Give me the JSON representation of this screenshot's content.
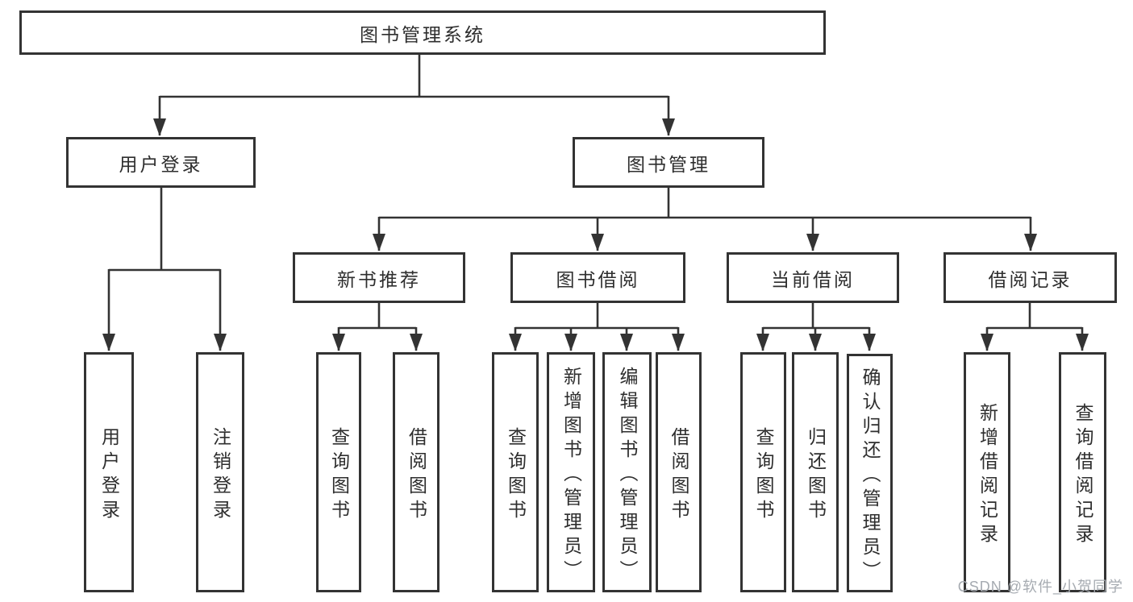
{
  "tree": {
    "root": {
      "label": "图书管理系统"
    },
    "level2": [
      {
        "label": "用户登录",
        "children": [
          {
            "label": "用户登录"
          },
          {
            "label": "注销登录"
          }
        ]
      },
      {
        "label": "图书管理",
        "children": [
          {
            "label": "新书推荐",
            "children": [
              {
                "label": "查询图书"
              },
              {
                "label": "借阅图书"
              }
            ]
          },
          {
            "label": "图书借阅",
            "children": [
              {
                "label": "查询图书"
              },
              {
                "label": "新增图书（管理员）"
              },
              {
                "label": "编辑图书（管理员）"
              },
              {
                "label": "借阅图书"
              }
            ]
          },
          {
            "label": "当前借阅",
            "children": [
              {
                "label": "查询图书"
              },
              {
                "label": "归还图书"
              },
              {
                "label": "确认归还（管理员）"
              }
            ]
          },
          {
            "label": "借阅记录",
            "children": [
              {
                "label": "新增借阅记录"
              },
              {
                "label": "查询借阅记录"
              }
            ]
          }
        ]
      }
    ]
  },
  "watermark": "CSDN @软件_小贺同学",
  "colors": {
    "line": "#333333",
    "box_border": "#333333",
    "text": "#2e2e2e",
    "watermark": "#a6abb1",
    "background": "#ffffff"
  }
}
